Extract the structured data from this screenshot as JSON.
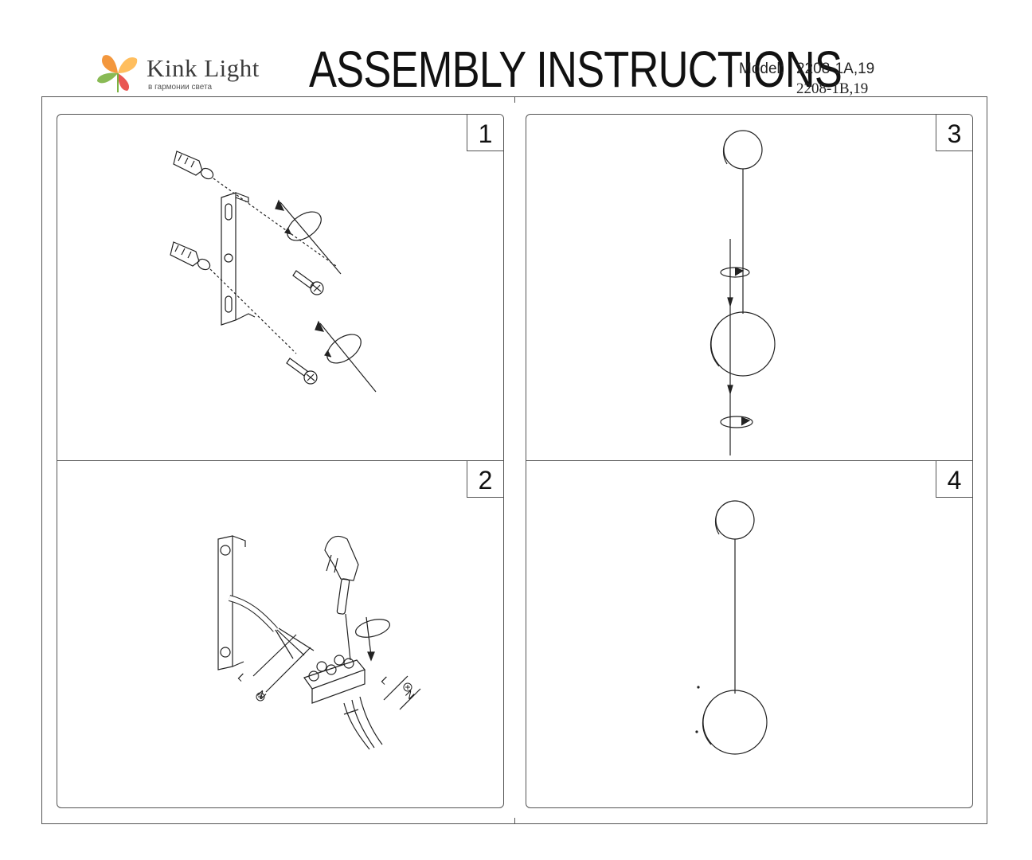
{
  "brand": {
    "name": "Kink Light",
    "tagline": "в гармонии света",
    "colors": {
      "orange": "#f28c28",
      "green": "#7cb342",
      "red": "#e53935"
    }
  },
  "header": {
    "title": "ASSEMBLY INSTRUCTIONS",
    "model_label": "Model:",
    "models": [
      "2208-1A,19",
      "2208-1B,19"
    ]
  },
  "steps": [
    {
      "number": "1",
      "illustration": "wall-anchors-bracket-screws"
    },
    {
      "number": "2",
      "illustration": "wiring-terminal-block",
      "wire_labels": [
        "L",
        "N",
        "L",
        "N"
      ]
    },
    {
      "number": "3",
      "illustration": "attach-lamp-discs-screws"
    },
    {
      "number": "4",
      "illustration": "assembled-lamp"
    }
  ]
}
